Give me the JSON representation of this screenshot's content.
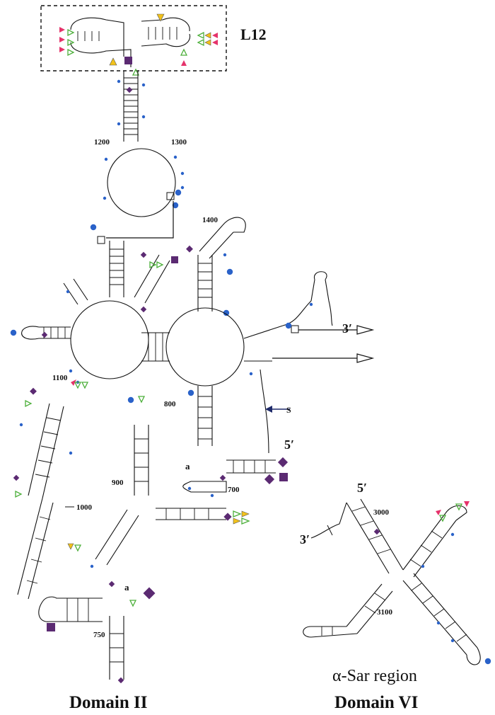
{
  "labels": {
    "l12": "L12",
    "three_prime": "3′",
    "five_prime": "5′",
    "s_marker": "S",
    "a_marker": "a"
  },
  "numbers": {
    "n1200": "1200",
    "n1300": "1300",
    "n1400": "1400",
    "n1100": "1100",
    "n800": "800",
    "n900": "900",
    "n700": "700",
    "n1000": "1000",
    "n750": "750",
    "n3000": "3000",
    "n3100": "3100"
  },
  "captions": {
    "domain2": "Domain II",
    "sar": "α-Sar region",
    "domain6": "Domain VI"
  },
  "colors": {
    "purple": "#5b2a72",
    "blue_dot": "#2a62c9",
    "yellow": "#f2c21b",
    "red": "#e5336b",
    "green": "#4caf3a",
    "ink": "#111111"
  }
}
